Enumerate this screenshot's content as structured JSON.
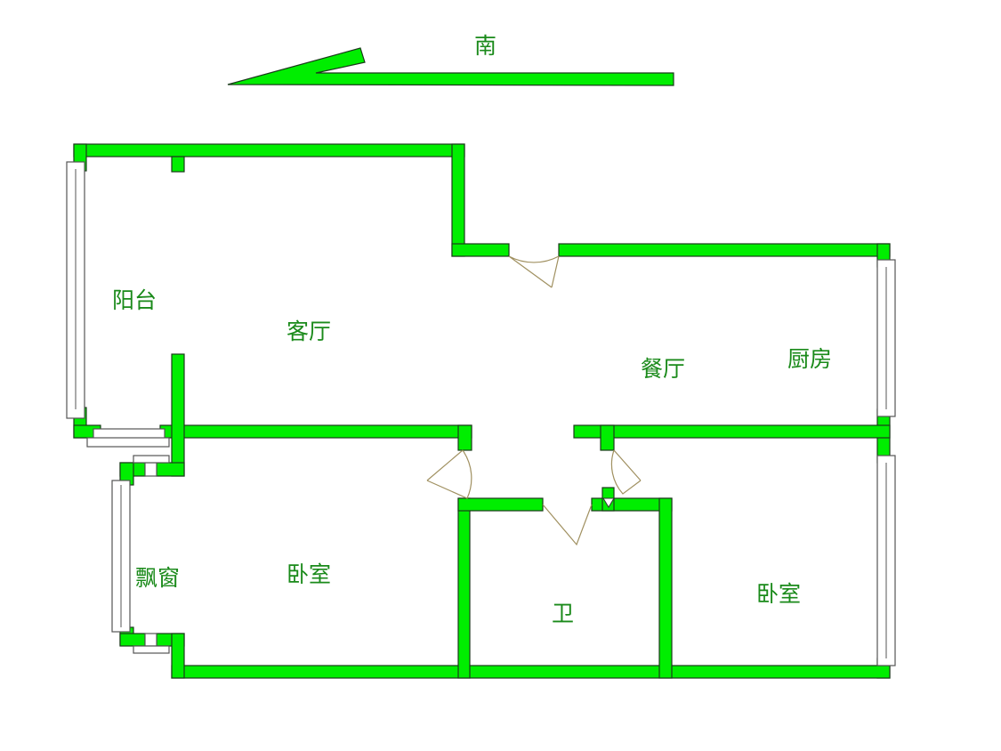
{
  "compass": {
    "direction_label": "南"
  },
  "rooms": {
    "balcony": "阳台",
    "living_room": "客厅",
    "dining_room": "餐厅",
    "kitchen": "厨房",
    "bay_window": "飘窗",
    "bedroom_left": "卧室",
    "bathroom": "卫",
    "bedroom_right": "卧室"
  },
  "colors": {
    "wall": "#00ee00",
    "text": "#1a8a1a"
  }
}
